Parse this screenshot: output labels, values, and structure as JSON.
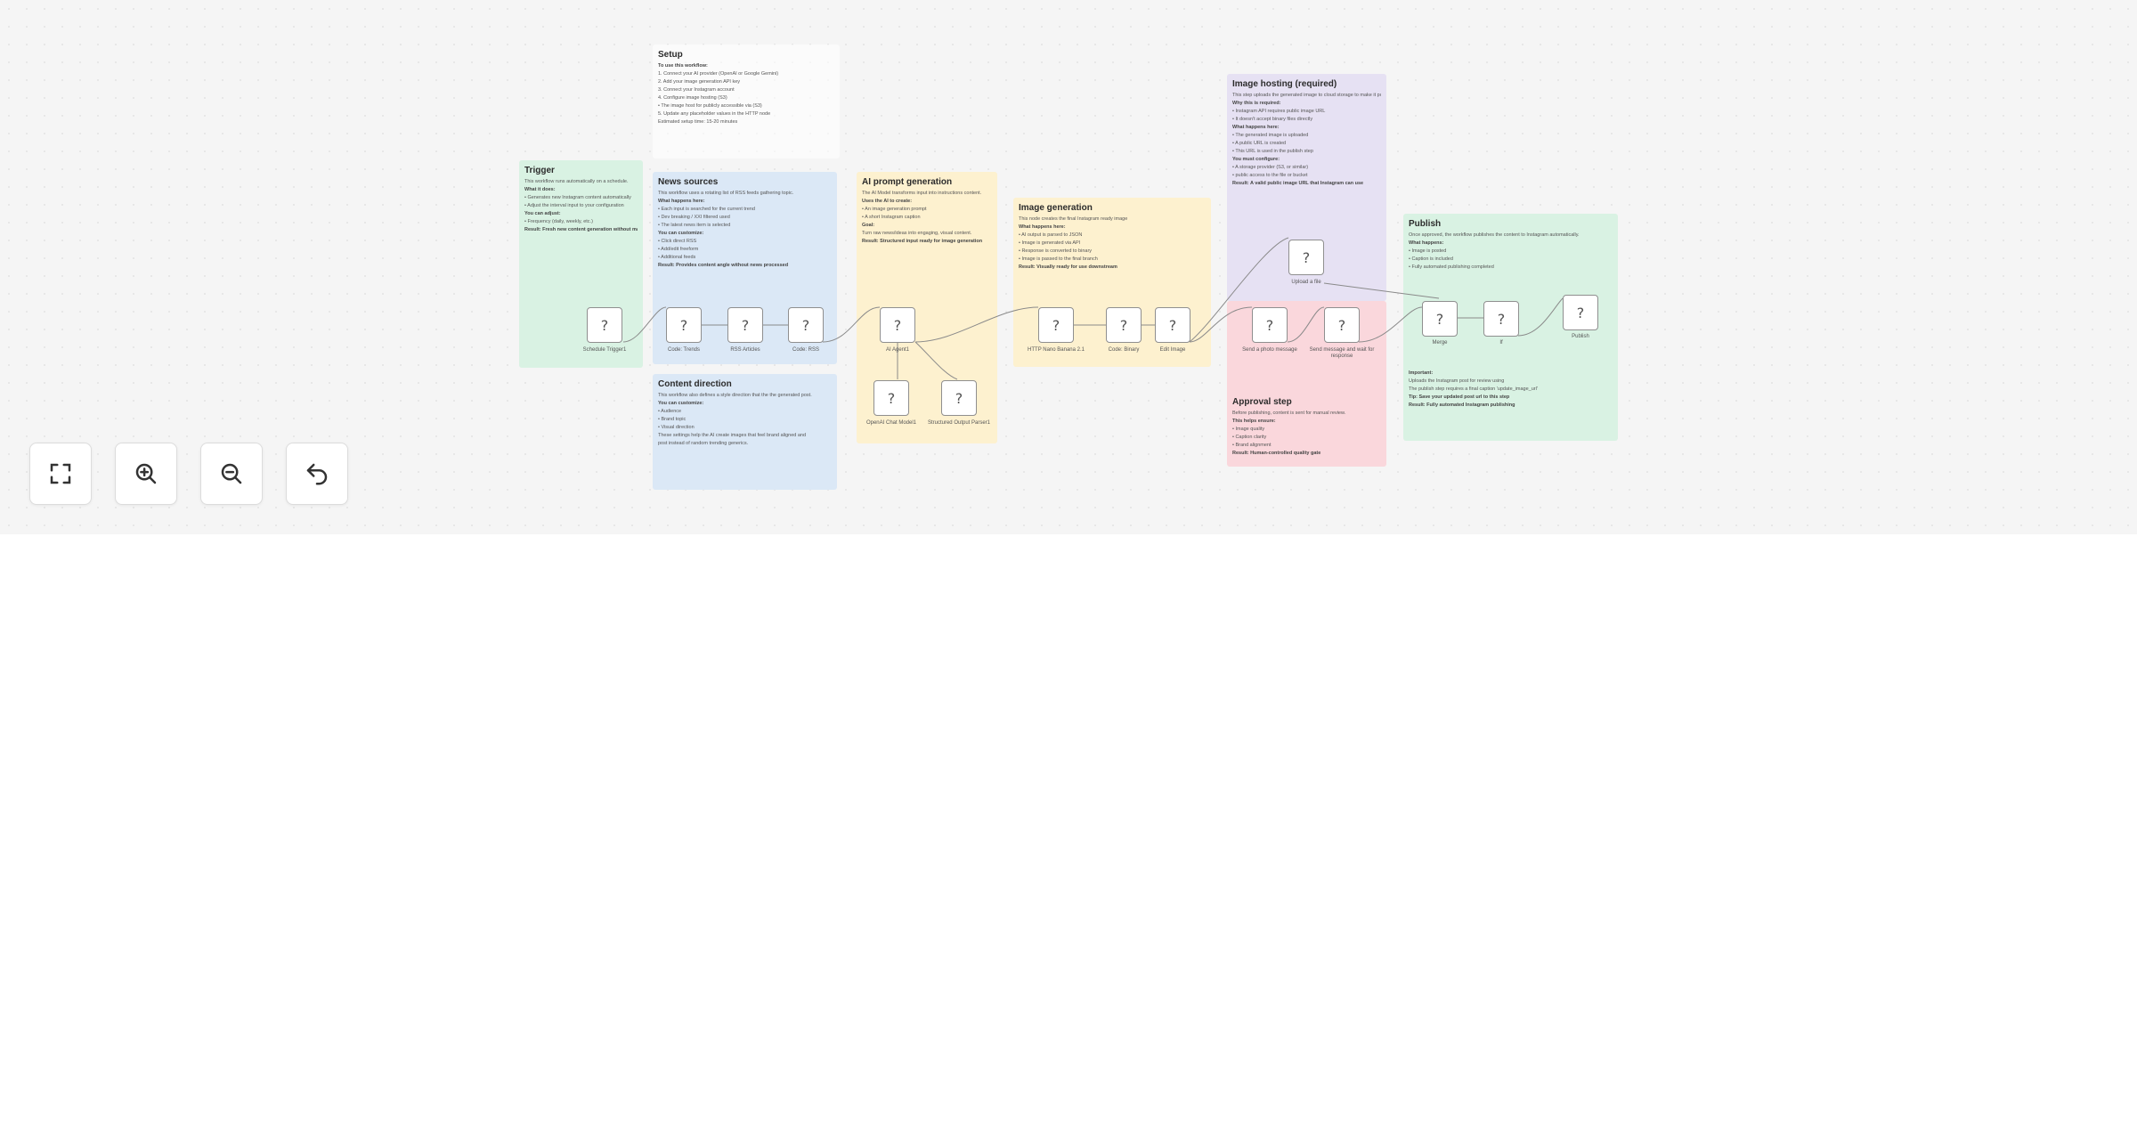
{
  "stickies": {
    "setup": {
      "title": "Setup",
      "lines": [
        "To use this workflow:",
        "1. Connect your AI provider (OpenAI or Google Gemini)",
        "2. Add your image generation API key",
        "3. Connect your Instagram account",
        "4. Configure image hosting (S3)",
        "   • The image host for publicly accessible via (S3)",
        "5. Update any placeholder values in the HTTP node",
        "Estimated setup time: 15-20 minutes"
      ]
    },
    "trigger": {
      "title": "Trigger",
      "lines": [
        "This workflow runs automatically on a schedule.",
        "What it does:",
        "• Generates new Instagram content automatically",
        "• Adjust the interval input to your configuration",
        "You can adjust:",
        "• Frequency (daily, weekly, etc.)",
        "Result: Fresh new content generation without manual effort"
      ]
    },
    "news": {
      "title": "News sources",
      "lines": [
        "This workflow uses a rotating list of RSS feeds gathering topic.",
        "What happens here:",
        "• Each input is searched for the current trend",
        "• Dev breaking / XXI filtered used",
        "• The latest news item is selected",
        "You can customize:",
        "• Click direct RSS",
        "• Add/edit freeform",
        "• Additional feeds",
        "Result: Provides content angle without news processed"
      ]
    },
    "content": {
      "title": "Content direction",
      "lines": [
        "This workflow also defines a style direction that the the generated post.",
        "You can customize:",
        "• Audience",
        "• Brand topic",
        "• Visual direction",
        "These settings help the AI create images that feel brand aligned and",
        "post instead of random trending generics."
      ]
    },
    "prompt": {
      "title": "AI prompt generation",
      "lines": [
        "The AI Model transforms input into instructions content.",
        "Uses the AI to create:",
        "• An image generation prompt",
        "• A short Instagram caption",
        "Goal:",
        "Turn raw news/ideas into engaging, visual content.",
        "Result: Structured input ready for image generation"
      ]
    },
    "imagegen": {
      "title": "Image generation",
      "lines": [
        "This node creates the final Instagram ready image",
        "What happens here:",
        "• AI output is parsed to JSON",
        "• Image is generated via API",
        "• Response is converted to binary",
        "• Image is passed to the final branch",
        "Result: Visually ready for use downstream"
      ]
    },
    "hosting": {
      "title": "Image hosting (required)",
      "lines": [
        "This step uploads the generated image to cloud storage to make it public URL.",
        "Why this is required:",
        "• Instagram API requires public image URL",
        "• It doesn't accept binary files directly",
        "What happens here:",
        "• The generated image is uploaded",
        "• A public URL is created",
        "• This URL is used in the publish step",
        "You must configure:",
        "• A storage provider (S3, or similar)",
        "• public access to the file or bucket",
        "Result: A valid public image URL that Instagram can use"
      ]
    },
    "approval": {
      "title": "Approval step",
      "lines": [
        "Before publishing, content is sent for manual review.",
        "This helps ensure:",
        "• Image quality",
        "• Caption clarity",
        "• Brand alignment",
        "Result: Human-controlled quality gate"
      ]
    },
    "publish": {
      "title": "Publish",
      "lines": [
        "Once approved, the workflow publishes the content to Instagram automatically.",
        "What happens:",
        "• Image is posted",
        "• Caption is included",
        "• Fully automated publishing completed"
      ]
    },
    "publish_note": {
      "lines": [
        "Important:",
        "Uploads the Instagram post for review using",
        "The publish step requires a final caption 'update_image_url'",
        "Tip: Save your updated post url to this step",
        "Result: Fully automated Instagram publishing"
      ]
    }
  },
  "nodes": [
    {
      "id": "schedule",
      "glyph": "?",
      "label": "Schedule Trigger1"
    },
    {
      "id": "code-trends",
      "glyph": "?",
      "label": "Code: Trends"
    },
    {
      "id": "rss",
      "glyph": "?",
      "label": "RSS Articles"
    },
    {
      "id": "code-rss",
      "glyph": "?",
      "label": "Code: RSS"
    },
    {
      "id": "ai-agent",
      "glyph": "?",
      "label": "AI Agent1"
    },
    {
      "id": "openai-chat",
      "glyph": "?",
      "label": "OpenAI Chat Model1"
    },
    {
      "id": "parser",
      "glyph": "?",
      "label": "Structured Output Parser1"
    },
    {
      "id": "http-nano",
      "glyph": "?",
      "label": "HTTP Nano Banana 2.1"
    },
    {
      "id": "code-binary",
      "glyph": "?",
      "label": "Code: Binary"
    },
    {
      "id": "edit-image",
      "glyph": "?",
      "label": "Edit Image"
    },
    {
      "id": "upload",
      "glyph": "?",
      "label": "Upload a file"
    },
    {
      "id": "send-photo",
      "glyph": "?",
      "label": "Send a photo message"
    },
    {
      "id": "send-wait",
      "glyph": "?",
      "label": "Send message and wait for response"
    },
    {
      "id": "merge",
      "glyph": "?",
      "label": "Merge"
    },
    {
      "id": "if",
      "glyph": "?",
      "label": "If"
    },
    {
      "id": "publish",
      "glyph": "?",
      "label": "Publish"
    }
  ],
  "controls": {
    "fit": "fit-view",
    "zoom_in": "zoom-in",
    "zoom_out": "zoom-out",
    "undo": "undo"
  }
}
